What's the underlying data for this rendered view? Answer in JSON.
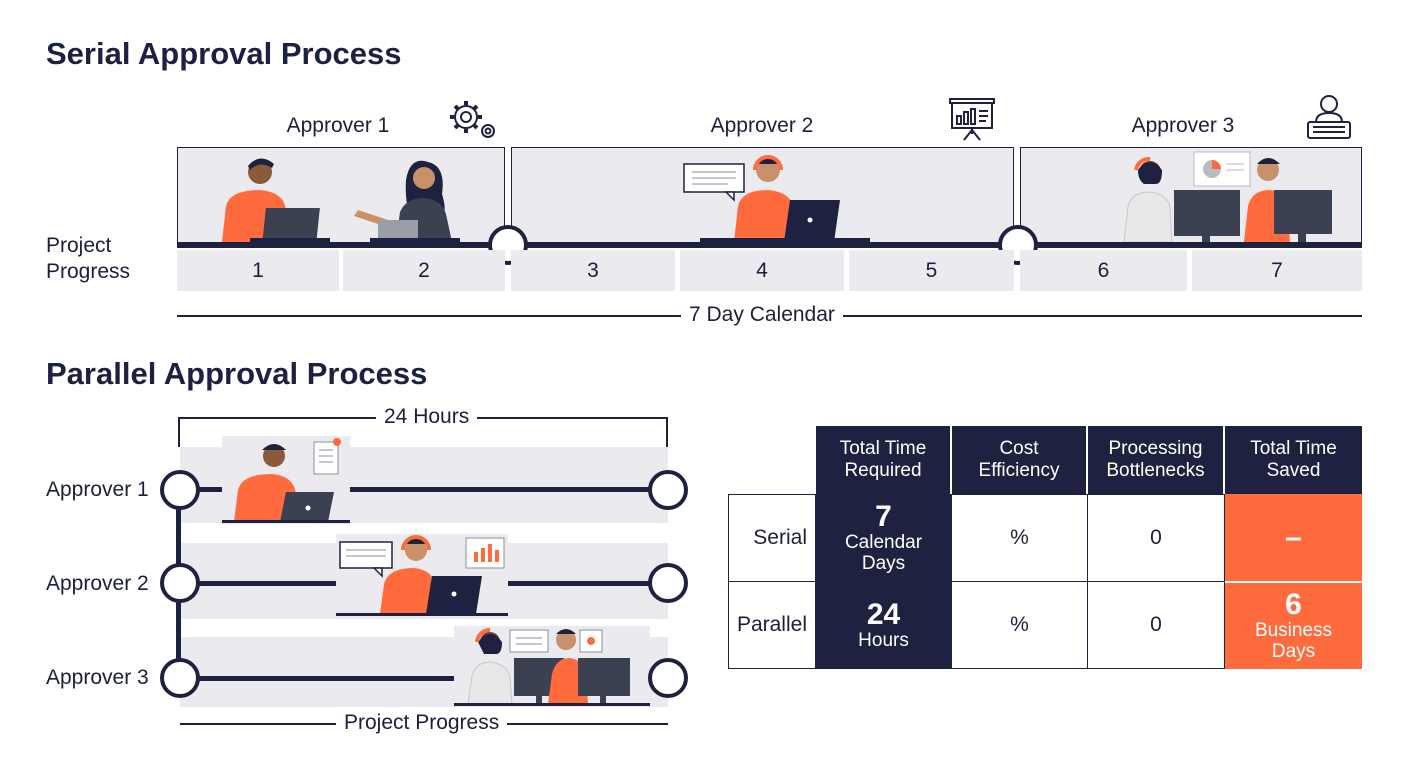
{
  "serial": {
    "title": "Serial Approval Process",
    "approvers": [
      "Approver 1",
      "Approver 2",
      "Approver 3"
    ],
    "row_label": "Project\nProgress",
    "days": [
      "1",
      "2",
      "3",
      "4",
      "5",
      "6",
      "7"
    ],
    "calendar_label": "7 Day Calendar"
  },
  "parallel": {
    "title": "Parallel Approval Process",
    "duration_label": "24 Hours",
    "approvers": [
      "Approver 1",
      "Approver 2",
      "Approver 3"
    ],
    "progress_label": "Project Progress"
  },
  "table": {
    "headers": [
      "Total Time\nRequired",
      "Cost\nEfficiency",
      "Processing\nBottlenecks",
      "Total Time\nSaved"
    ],
    "rows": [
      {
        "label": "Serial",
        "time_big": "7",
        "time_sub": "Calendar\nDays",
        "cost": "%",
        "bottlenecks": "0",
        "saved_big": "–",
        "saved_sub": ""
      },
      {
        "label": "Parallel",
        "time_big": "24",
        "time_sub": "Hours",
        "cost": "%",
        "bottlenecks": "0",
        "saved_big": "6",
        "saved_sub": "Business\nDays"
      }
    ]
  },
  "colors": {
    "navy": "#1e2240",
    "orange": "#ff6b3d",
    "panel": "#ebebef"
  },
  "icons": [
    "gear-icon",
    "presentation-board-icon",
    "user-keyboard-icon",
    "chat-bubble-icon",
    "headset-icon",
    "laptop-icon",
    "document-icon",
    "bar-chart-icon",
    "pie-chart-icon",
    "monitor-icon"
  ]
}
